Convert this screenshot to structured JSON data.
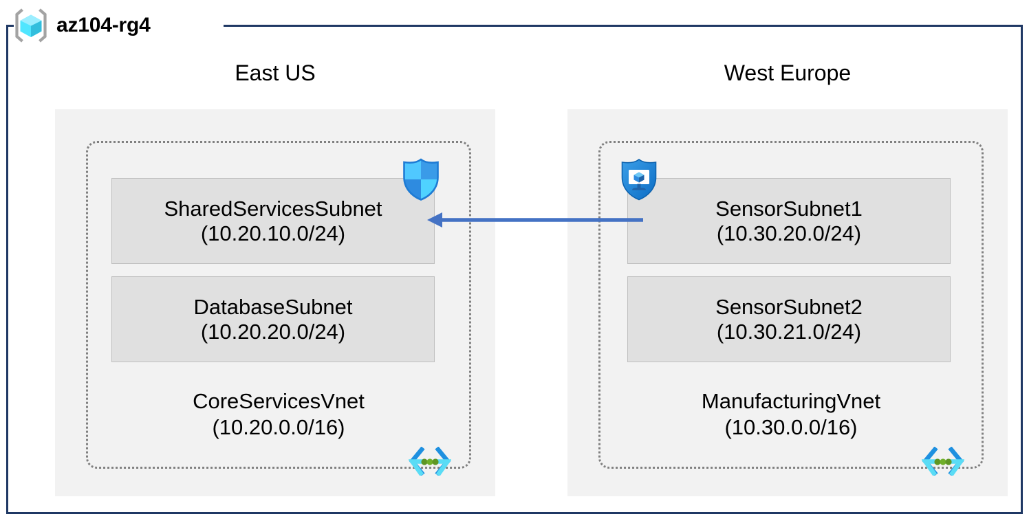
{
  "resource_group": {
    "name": "az104-rg4",
    "icon": "resource-group-cube-icon"
  },
  "colors": {
    "frame_border": "#1F3864",
    "region_background": "#F2F2F2",
    "vnet_border": "#808080",
    "subnet_background": "#E0E0E0",
    "subnet_border": "#BFBFBF",
    "arrow": "#4472C4",
    "azure_blue": "#0078D4",
    "azure_cyan": "#50E6FF",
    "vnet_icon_green": "#5E9624"
  },
  "regions": [
    {
      "label": "East US",
      "vnet": {
        "name": "CoreServicesVnet",
        "cidr": "(10.20.0.0/16)",
        "icon": "virtual-network-icon",
        "subnets": [
          {
            "name": "SharedServicesSubnet",
            "cidr": "(10.20.10.0/24)",
            "badge_icon": "network-security-group-shield-icon"
          },
          {
            "name": "DatabaseSubnet",
            "cidr": "(10.20.20.0/24)",
            "badge_icon": null
          }
        ]
      }
    },
    {
      "label": "West Europe",
      "vnet": {
        "name": "ManufacturingVnet",
        "cidr": "(10.30.0.0/16)",
        "icon": "virtual-network-icon",
        "subnets": [
          {
            "name": "SensorSubnet1",
            "cidr": "(10.30.20.0/24)",
            "badge_icon": "application-security-group-shield-icon"
          },
          {
            "name": "SensorSubnet2",
            "cidr": "(10.30.21.0/24)",
            "badge_icon": null
          }
        ]
      }
    }
  ],
  "connection": {
    "type": "peering-arrow",
    "direction": "right-to-left",
    "label": ""
  }
}
